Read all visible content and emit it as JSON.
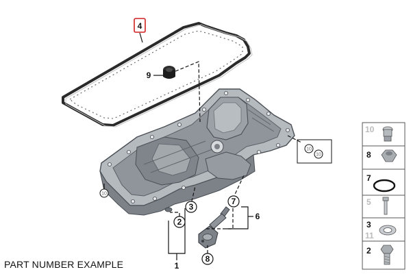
{
  "caption": "PART NUMBER EXAMPLE",
  "callouts": {
    "c1": "1",
    "c2": "2",
    "c3": "3",
    "c4": "4",
    "c6": "6",
    "c7": "7",
    "c8": "8",
    "c9": "9",
    "c10a": "10",
    "c10b": "10",
    "c10c": "10"
  },
  "legend": {
    "row10": "10",
    "row8": "8",
    "row7": "7",
    "row5": "5",
    "row3": "3",
    "row11": "11",
    "row2": "2"
  },
  "colors": {
    "highlight": "#d21f1f",
    "leader": "#111111",
    "gasket": "#2a2a2a",
    "pan_fill": "#a9aeb3",
    "pan_shade": "#7d8288",
    "inactive_label": "#bbbbbb"
  }
}
